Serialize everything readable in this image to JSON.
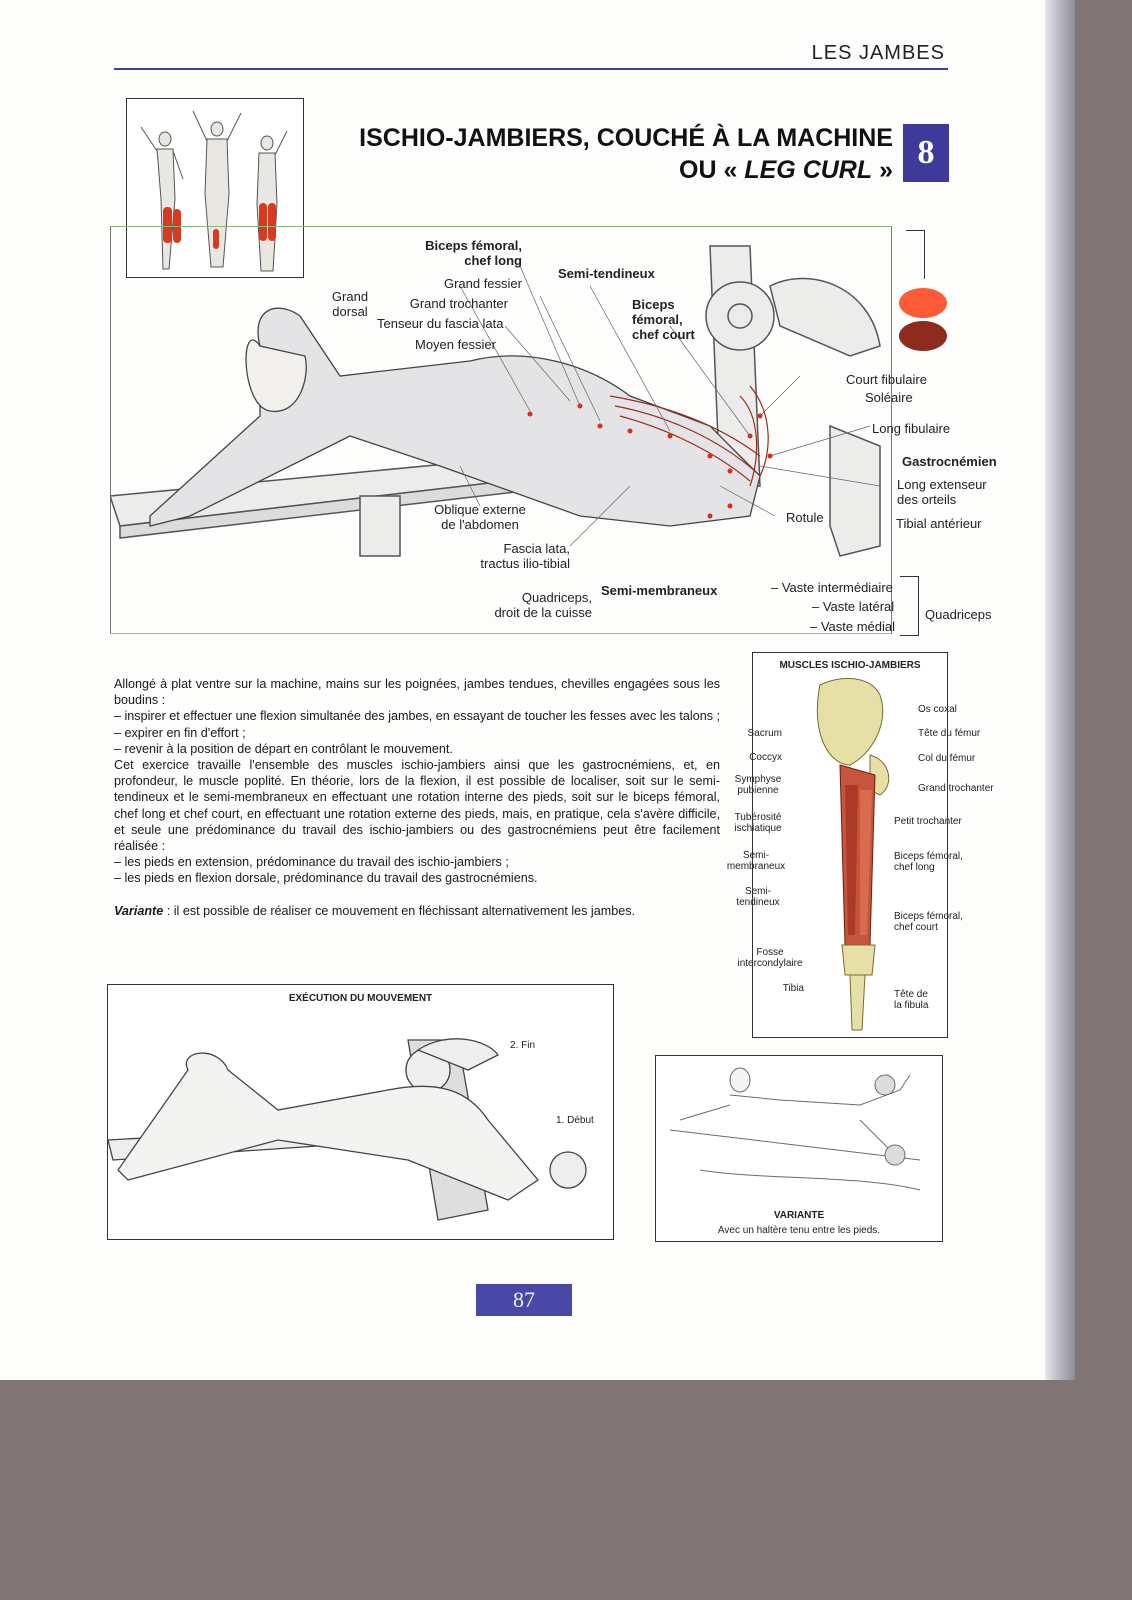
{
  "header": {
    "section": "LES JAMBES"
  },
  "title": {
    "line1": "ISCHIO-JAMBIERS, COUCHÉ À LA MACHINE",
    "line2_prefix": "OU «",
    "line2_italic": "LEG CURL",
    "line2_suffix": "»",
    "number": "8"
  },
  "colors": {
    "accent": "#3d3a9a",
    "muscle_red": "#c0392b",
    "muscle_dark_red": "#8e2a1e",
    "marker_orange": "#ff5a36"
  },
  "main_labels": {
    "biceps_long_1": "Biceps fémoral,",
    "biceps_long_2": "chef long",
    "semi_tendineux": "Semi-tendineux",
    "grand_fessier": "Grand fessier",
    "grand_dorsal_1": "Grand",
    "grand_dorsal_2": "dorsal",
    "grand_trochanter": "Grand trochanter",
    "tenseur": "Tenseur du fascia lata",
    "moyen_fessier": "Moyen fessier",
    "biceps_court_1": "Biceps",
    "biceps_court_2": "fémoral,",
    "biceps_court_3": "chef court",
    "court_fibulaire": "Court fibulaire",
    "soleaire": "Soléaire",
    "long_fibulaire": "Long fibulaire",
    "gastrocnemien": "Gastrocnémien",
    "long_ext_1": "Long extenseur",
    "long_ext_2": "des orteils",
    "rotule": "Rotule",
    "tibial": "Tibial antérieur",
    "oblique_1": "Oblique externe",
    "oblique_2": "de l'abdomen",
    "fascia_1": "Fascia lata,",
    "fascia_2": "tractus ilio-tibial",
    "quad_droit_1": "Quadriceps,",
    "quad_droit_2": "droit de la cuisse",
    "semi_membraneux": "Semi-membraneux",
    "vaste_inter": "– Vaste intermédiaire",
    "vaste_lat": "– Vaste latéral",
    "vaste_med": "– Vaste médial",
    "quadriceps": "Quadriceps"
  },
  "body": {
    "p1": "Allongé à plat ventre sur la machine, mains sur les poignées, jambes tendues, chevilles engagées sous les boudins :",
    "p2": "– inspirer et effectuer une flexion simultanée des jambes, en essayant de toucher les fesses avec les talons ;",
    "p3": "– expirer en fin d'effort ;",
    "p4": "– revenir à la position de départ en contrôlant le mouvement.",
    "p5": "Cet exercice travaille l'ensemble des muscles ischio-jambiers ainsi que les gastrocnémiens, et, en profondeur, le muscle poplité. En théorie, lors de la flexion, il est possible de localiser, soit sur le semi-tendineux et le semi-membraneux en effectuant une rotation interne des pieds, soit sur le biceps fémoral, chef long et chef court, en effectuant une rotation externe des pieds, mais, en pratique, cela s'avère difficile, et seule une prédominance du travail des ischio-jambiers ou des gastrocnémiens peut être facilement réalisée :",
    "p6": "– les pieds en extension, prédominance du travail des ischio-jambiers ;",
    "p7": "– les pieds en flexion dorsale, prédominance du travail des gastrocnémiens.",
    "variante_label": "Variante",
    "variante_text": " : il est possible de réaliser ce mouvement en fléchissant alternativement les jambes."
  },
  "ischio_panel": {
    "title": "MUSCLES ISCHIO-JAMBIERS",
    "os_coxal": "Os coxal",
    "tete_femur": "Tête du fémur",
    "col_femur": "Col du fémur",
    "grand_trochanter": "Grand trochanter",
    "petit_trochanter": "Petit trochanter",
    "biceps_long_1": "Biceps fémoral,",
    "biceps_long_2": "chef long",
    "biceps_court_1": "Biceps fémoral,",
    "biceps_court_2": "chef court",
    "tete_fibula_1": "Tête de",
    "tete_fibula_2": "la fibula",
    "sacrum": "Sacrum",
    "coccyx": "Coccyx",
    "symphyse_1": "Symphyse",
    "symphyse_2": "pubienne",
    "tuberosite_1": "Tubérosité",
    "tuberosite_2": "ischiatique",
    "semimemb_1": "Semi-",
    "semimemb_2": "membraneux",
    "semitend_1": "Semi-",
    "semitend_2": "tendineux",
    "fosse_1": "Fosse",
    "fosse_2": "intercondylaire",
    "tibia": "Tibia"
  },
  "execution_panel": {
    "title": "EXÉCUTION DU MOUVEMENT",
    "fin": "2. Fin",
    "debut": "1. Début"
  },
  "variante_panel": {
    "title": "VARIANTE",
    "caption": "Avec un haltère tenu entre les pieds."
  },
  "page_number": "87"
}
